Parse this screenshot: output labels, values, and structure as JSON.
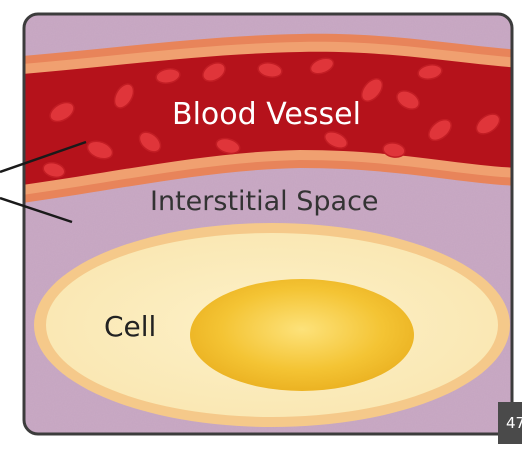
{
  "labels": {
    "blood_vessel": "Blood Vessel",
    "interstitial_space": "Interstitial Space",
    "cell": "Cell"
  },
  "page_badge": "47",
  "colors": {
    "frame_border": "#3c3c3c",
    "interstitial": "#c9a9c4",
    "vessel_wall_outer": "#e8845a",
    "vessel_wall_inner": "#f0a070",
    "vessel_lumen": "#b5121b",
    "red_blood_cell": "#e0353a",
    "cell_membrane": "#f5c98a",
    "cytoplasm": "#fbedc2",
    "nucleus": "#f2c232",
    "pointer_line": "#1a1a1a"
  }
}
